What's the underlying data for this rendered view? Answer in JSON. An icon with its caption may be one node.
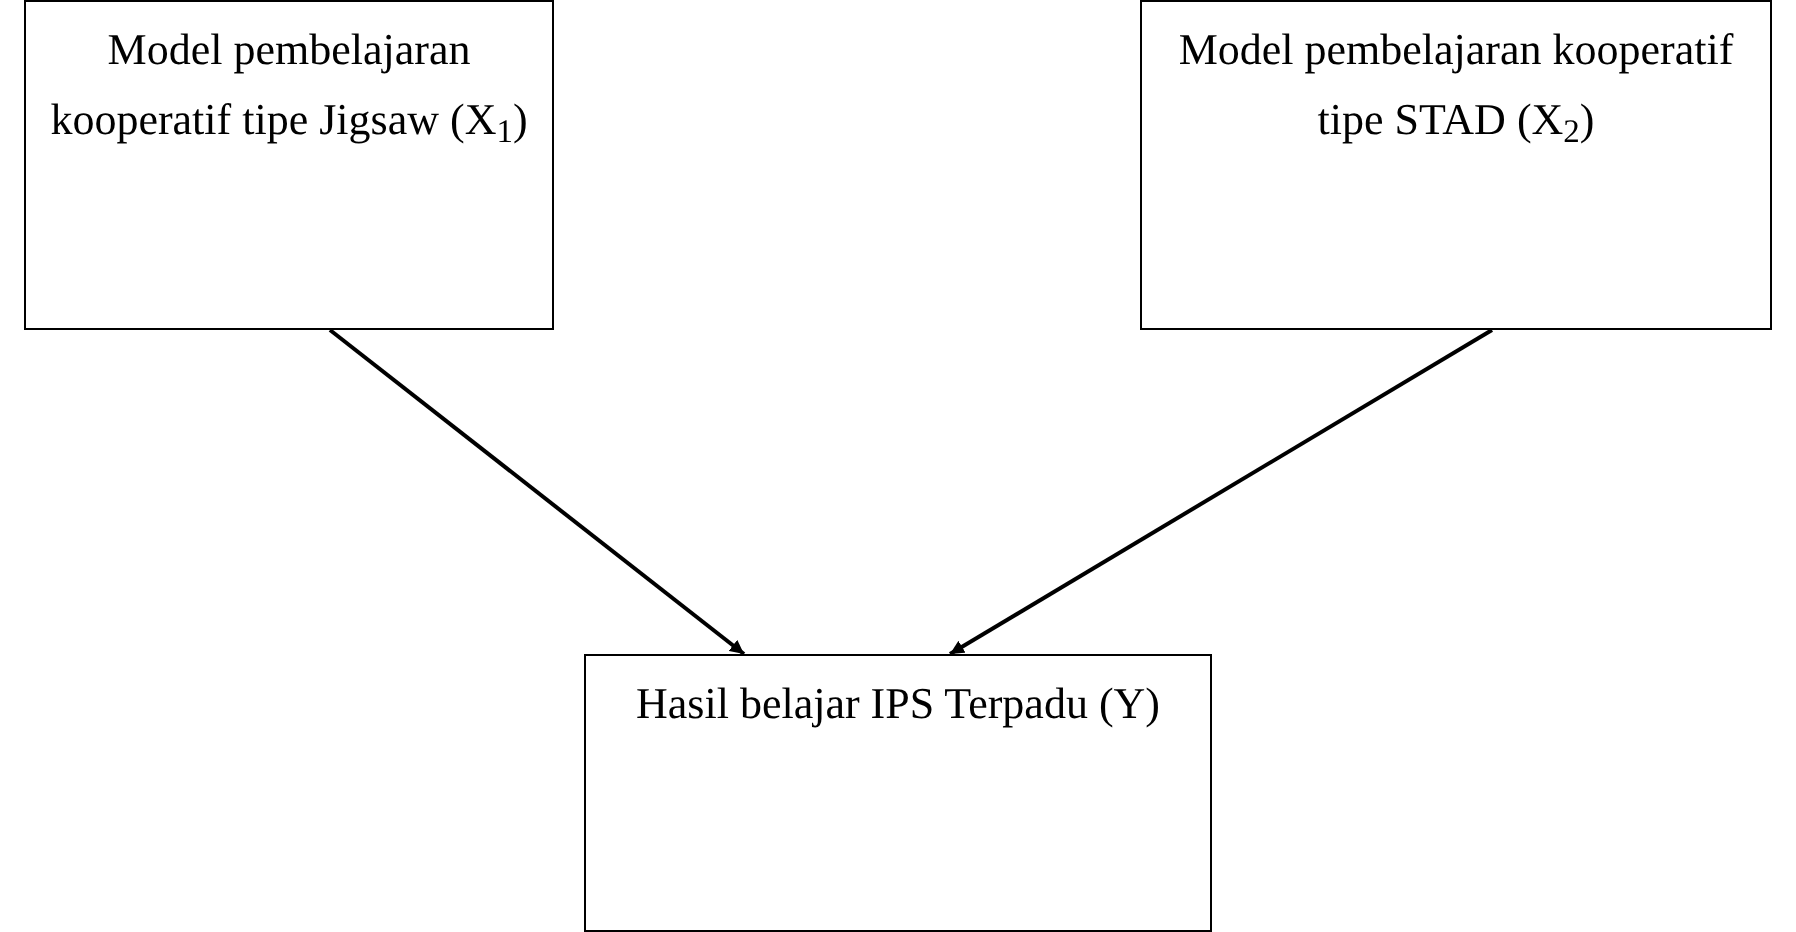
{
  "diagram": {
    "nodes": [
      {
        "text": [
          "Model pembelajaran kooperatif tipe Jigsaw (X$_{1}$)"
        ]
      },
      {
        "text": [
          "Model pembelajaran kooperatif tipe STAD (X$_{2}$)"
        ]
      },
      {
        "text": [
          "Hasil belajar IPS Terpadu (Y)"
        ]
      }
    ],
    "edges": [
      {
        "from": 0,
        "to": 2,
        "arrow": "to"
      },
      {
        "from": 1,
        "to": 2,
        "arrow": "to"
      }
    ]
  }
}
